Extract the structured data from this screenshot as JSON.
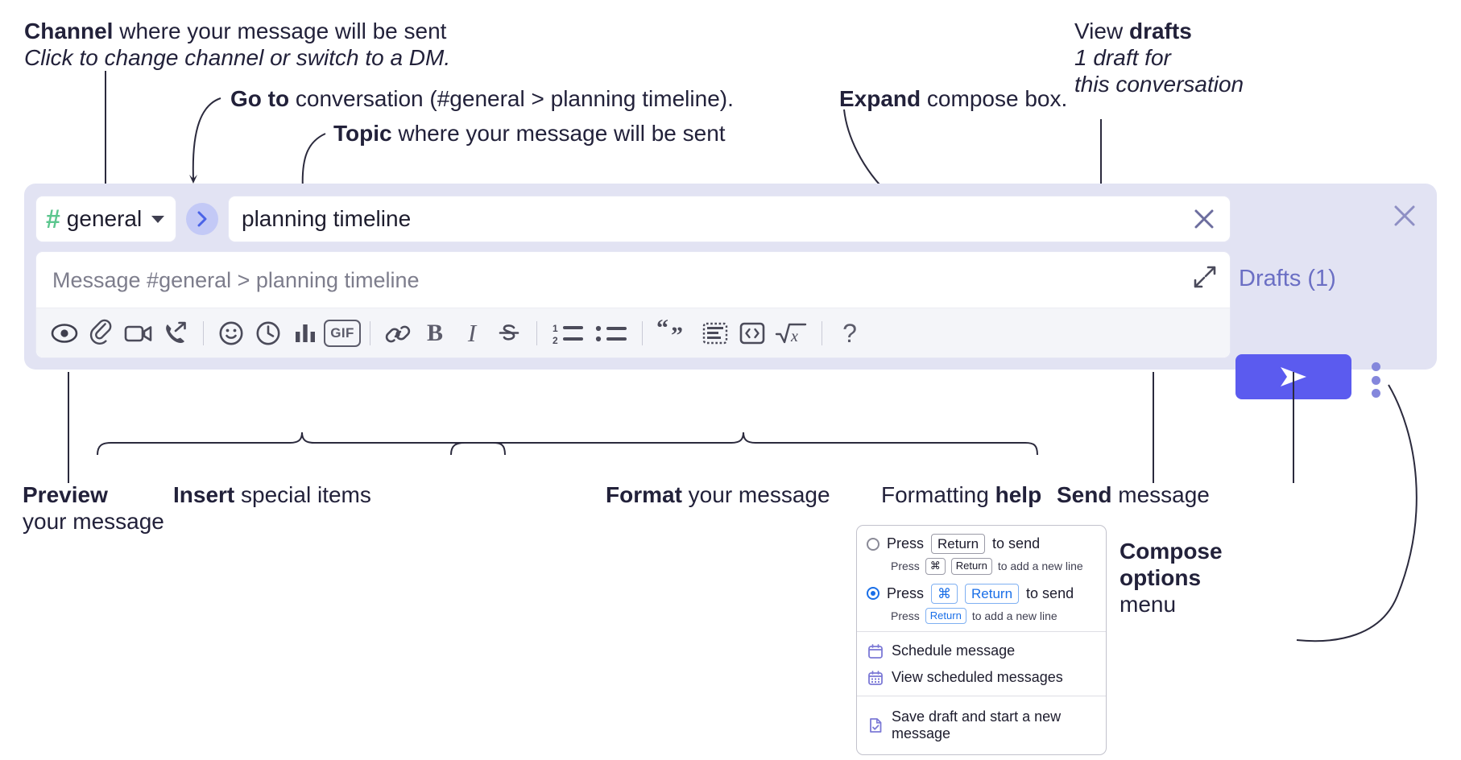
{
  "annotations": {
    "channel": {
      "bold": "Channel",
      "rest": " where your message will be sent",
      "sub": "Click to change channel or switch to a DM."
    },
    "goto": {
      "bold": "Go to",
      "rest": " conversation (#general > planning timeline)."
    },
    "topic": {
      "bold": "Topic",
      "rest": " where your message will be sent"
    },
    "expand": {
      "bold": "Expand",
      "rest": " compose box."
    },
    "drafts": {
      "bold_lead": "View ",
      "bold": "drafts",
      "sub1": "1 draft for",
      "sub2": "this conversation"
    },
    "preview": {
      "bold": "Preview",
      "sub": "your message"
    },
    "insert": {
      "bold": "Insert",
      "rest": " special items"
    },
    "format": {
      "bold": "Format",
      "rest": " your message"
    },
    "help": {
      "lead": "Formatting ",
      "bold": "help"
    },
    "send": {
      "bold": "Send",
      "rest": " message"
    },
    "compose_options": {
      "bold1": "Compose",
      "bold2": "options",
      "rest": "menu"
    }
  },
  "compose": {
    "channel": {
      "hash": "#",
      "name": "general"
    },
    "goto_button_label": "go-to-conversation",
    "topic": {
      "value": "planning timeline",
      "clear_label": "clear-topic"
    },
    "message": {
      "placeholder": "Message #general > planning timeline"
    },
    "drafts_link": "Drafts (1)",
    "send_button_label": "send",
    "toolbar": [
      {
        "name": "preview-icon",
        "label": "Preview"
      },
      {
        "name": "attachment-icon",
        "label": "Attach file"
      },
      {
        "name": "video-icon",
        "label": "Record video clip"
      },
      {
        "name": "audio-call-icon",
        "label": "Record audio clip"
      },
      {
        "type": "separator"
      },
      {
        "name": "emoji-icon",
        "label": "Emoji"
      },
      {
        "name": "clock-icon",
        "label": "Reminder"
      },
      {
        "name": "poll-icon",
        "label": "Poll"
      },
      {
        "name": "gif-icon",
        "label": "GIF"
      },
      {
        "type": "separator"
      },
      {
        "name": "link-icon",
        "label": "Link"
      },
      {
        "name": "bold-icon",
        "label": "Bold"
      },
      {
        "name": "italic-icon",
        "label": "Italic"
      },
      {
        "name": "strikethrough-icon",
        "label": "Strikethrough"
      },
      {
        "type": "separator"
      },
      {
        "name": "ordered-list-icon",
        "label": "Ordered list"
      },
      {
        "name": "bulleted-list-icon",
        "label": "Bulleted list"
      },
      {
        "type": "separator"
      },
      {
        "name": "blockquote-icon",
        "label": "Blockquote"
      },
      {
        "name": "code-block-icon",
        "label": "Code block"
      },
      {
        "name": "inline-code-icon",
        "label": "Code"
      },
      {
        "name": "math-icon",
        "label": "Math"
      },
      {
        "type": "separator"
      },
      {
        "name": "help-icon",
        "label": "Formatting help"
      }
    ]
  },
  "compose_options_menu": {
    "options": [
      {
        "selected": false,
        "prefix": "Press",
        "key": "Return",
        "suffix": "to send",
        "sub_prefix": "Press",
        "sub_key1": "⌘",
        "sub_key2": "Return",
        "sub_suffix": "to add a new line"
      },
      {
        "selected": true,
        "prefix": "Press",
        "key1": "⌘",
        "key2": "Return",
        "suffix": "to send",
        "sub_prefix": "Press",
        "sub_key": "Return",
        "sub_suffix": "to add a new line"
      }
    ],
    "items": [
      {
        "icon": "calendar-icon",
        "label": "Schedule message"
      },
      {
        "icon": "calendar-list-icon",
        "label": "View scheduled messages"
      },
      {
        "icon": "save-draft-icon",
        "label": "Save draft and start a new message"
      }
    ]
  },
  "colors": {
    "panel_bg": "#e2e3f3",
    "accent_send": "#5b5bef",
    "drafts_text": "#6b6fc4",
    "hash_green": "#5bc68e",
    "goto_circle": "#c3c9f6",
    "radio_blue": "#1a6fe8",
    "menu_icon_purple": "#7c79d6"
  }
}
